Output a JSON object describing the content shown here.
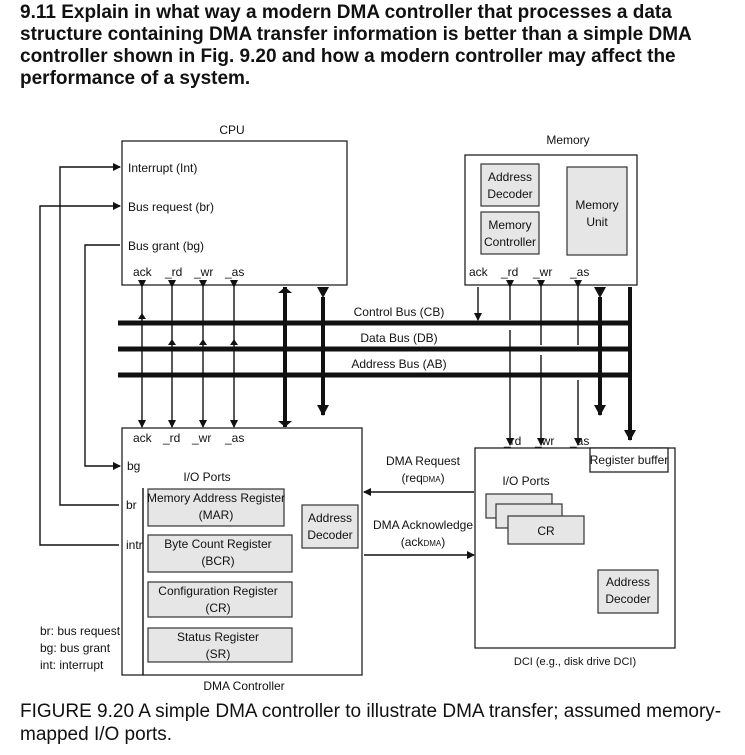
{
  "question": "9.11 Explain in what way a modern DMA controller that processes a data structure containing DMA transfer information is better than a simple DMA controller shown in Fig. 9.20 and how a modern controller may affect the performance of a system.",
  "caption": "FIGURE 9.20 A simple DMA controller to illustrate DMA transfer; assumed memory-mapped I/O ports.",
  "cpu": {
    "title": "CPU",
    "interrupt": "Interrupt (Int)",
    "bus_request": "Bus request (br)",
    "bus_grant": "Bus grant (bg)",
    "ack": "ack",
    "rd": "_rd",
    "wr": "_wr",
    "as": "_as"
  },
  "memory": {
    "title": "Memory",
    "address_decoder": [
      "Address",
      "Decoder"
    ],
    "memory_controller": [
      "Memory",
      "Controller"
    ],
    "memory_unit": [
      "Memory",
      "Unit"
    ],
    "ack": "ack",
    "rd": "_rd",
    "wr": "_wr",
    "as": "_as"
  },
  "buses": {
    "control": "Control Bus (CB)",
    "data": "Data Bus (DB)",
    "address": "Address Bus (AB)"
  },
  "dma": {
    "title": "DMA Controller",
    "ack": "ack",
    "rd": "_rd",
    "wr": "_wr",
    "as": "_as",
    "bg": "bg",
    "br": "br",
    "intr": "intr",
    "io_ports": "I/O Ports",
    "mar": [
      "Memory Address Register",
      "(MAR)"
    ],
    "bcr": [
      "Byte Count Register",
      "(BCR)"
    ],
    "cr": [
      "Configuration Register",
      "(CR)"
    ],
    "sr": [
      "Status Register",
      "(SR)"
    ],
    "address_decoder": [
      "Address",
      "Decoder"
    ]
  },
  "signals": {
    "dma_request": "DMA Request",
    "req_prefix": "(req",
    "req_sub": "DMA",
    "req_suffix": ")",
    "dma_ack": "DMA Acknowledge",
    "ack_prefix": "(ack",
    "ack_sub": "DMA",
    "ack_suffix": ")"
  },
  "dci": {
    "rd": "_rd",
    "wr": "_wr",
    "as": "_as",
    "register_buffer": "Register buffer",
    "io_ports": "I/O Ports",
    "cr": "CR",
    "address_decoder": [
      "Address",
      "Decoder"
    ],
    "label": "DCI (e.g., disk drive DCI)"
  },
  "legend": [
    "br: bus request",
    "bg: bus grant",
    "int: interrupt"
  ]
}
